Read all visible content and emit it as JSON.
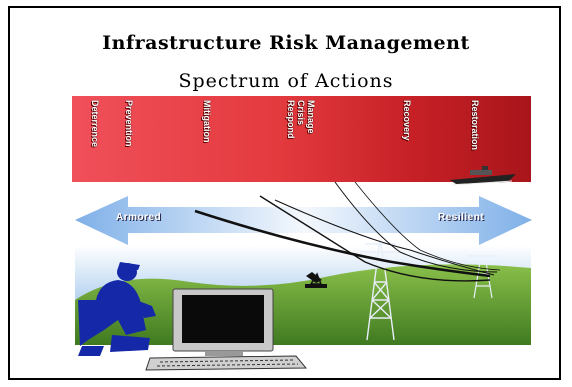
{
  "title": "Infrastructure Risk Management",
  "subtitle": "Spectrum of Actions",
  "actions": [
    {
      "label": "Deterrence"
    },
    {
      "label": "Prevention"
    },
    {
      "label": "Mitigation"
    },
    {
      "label": "Manage\nCrisis\nRespond"
    },
    {
      "label": "Recovery"
    },
    {
      "label": "Restoration"
    }
  ],
  "arrow": {
    "left_label": "Armored",
    "right_label": "Resilient"
  },
  "colors": {
    "band_red": "#d7282f",
    "arrow_blue": "#8fb8e8",
    "ground_green": "#4f8a2a",
    "sky_blue": "#b8d6f0",
    "silhouette_blue": "#1020a0"
  },
  "icons": [
    "soldier-silhouette",
    "computer-terminal",
    "power-tower",
    "oil-pump",
    "ship"
  ]
}
